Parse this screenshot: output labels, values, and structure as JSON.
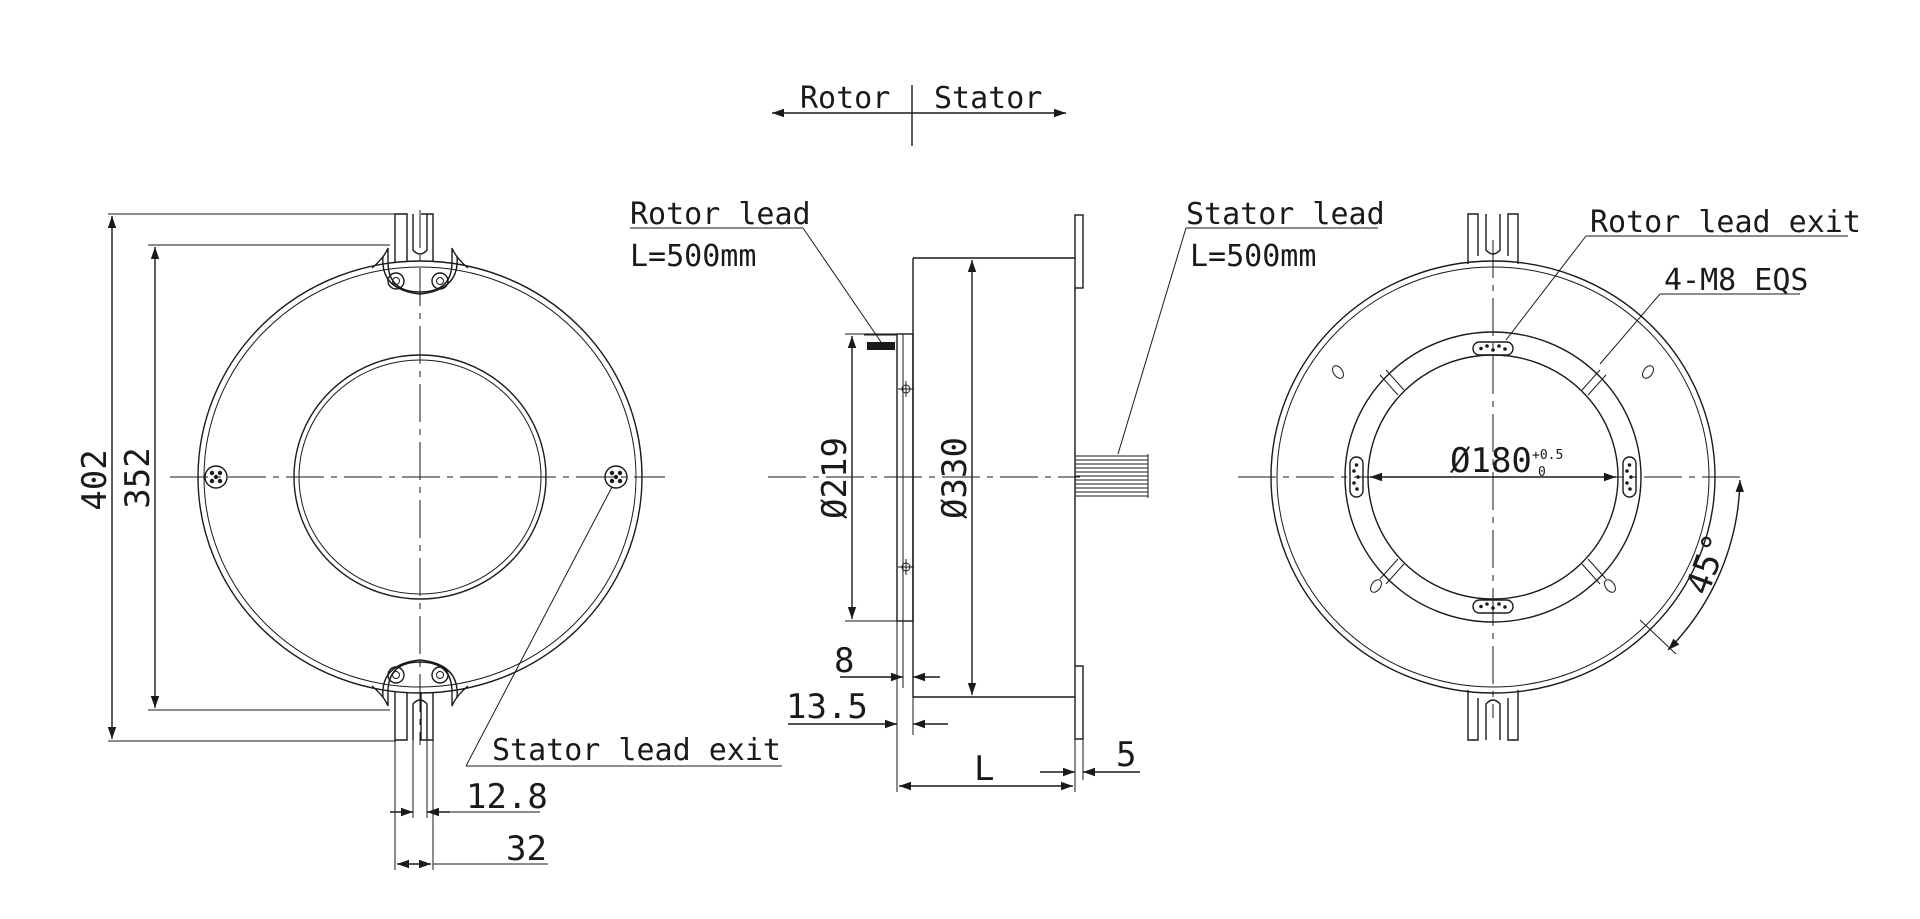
{
  "header": {
    "left": "Rotor",
    "right": "Stator"
  },
  "labels": {
    "rotor_lead": "Rotor lead",
    "rotor_lead_length": "L=500mm",
    "stator_lead": "Stator lead",
    "stator_lead_length": "L=500mm",
    "rotor_lead_exit": "Rotor lead exit",
    "stator_lead_exit": "Stator lead exit",
    "holes": "4-M8 EQS"
  },
  "dimensions": {
    "overall_height": "402",
    "mount_height": "352",
    "slot_width": "12.8",
    "tab_width": "32",
    "rotor_diameter": "Ø219",
    "housing_diameter": "Ø330",
    "rotor_flange": "8",
    "rotor_offset": "13.5",
    "body_length": "L",
    "flange_thickness": "5",
    "bore_diameter": "Ø180",
    "bore_tol_upper": "+0.5",
    "bore_tol_lower": "0",
    "hole_angle": "45°"
  }
}
